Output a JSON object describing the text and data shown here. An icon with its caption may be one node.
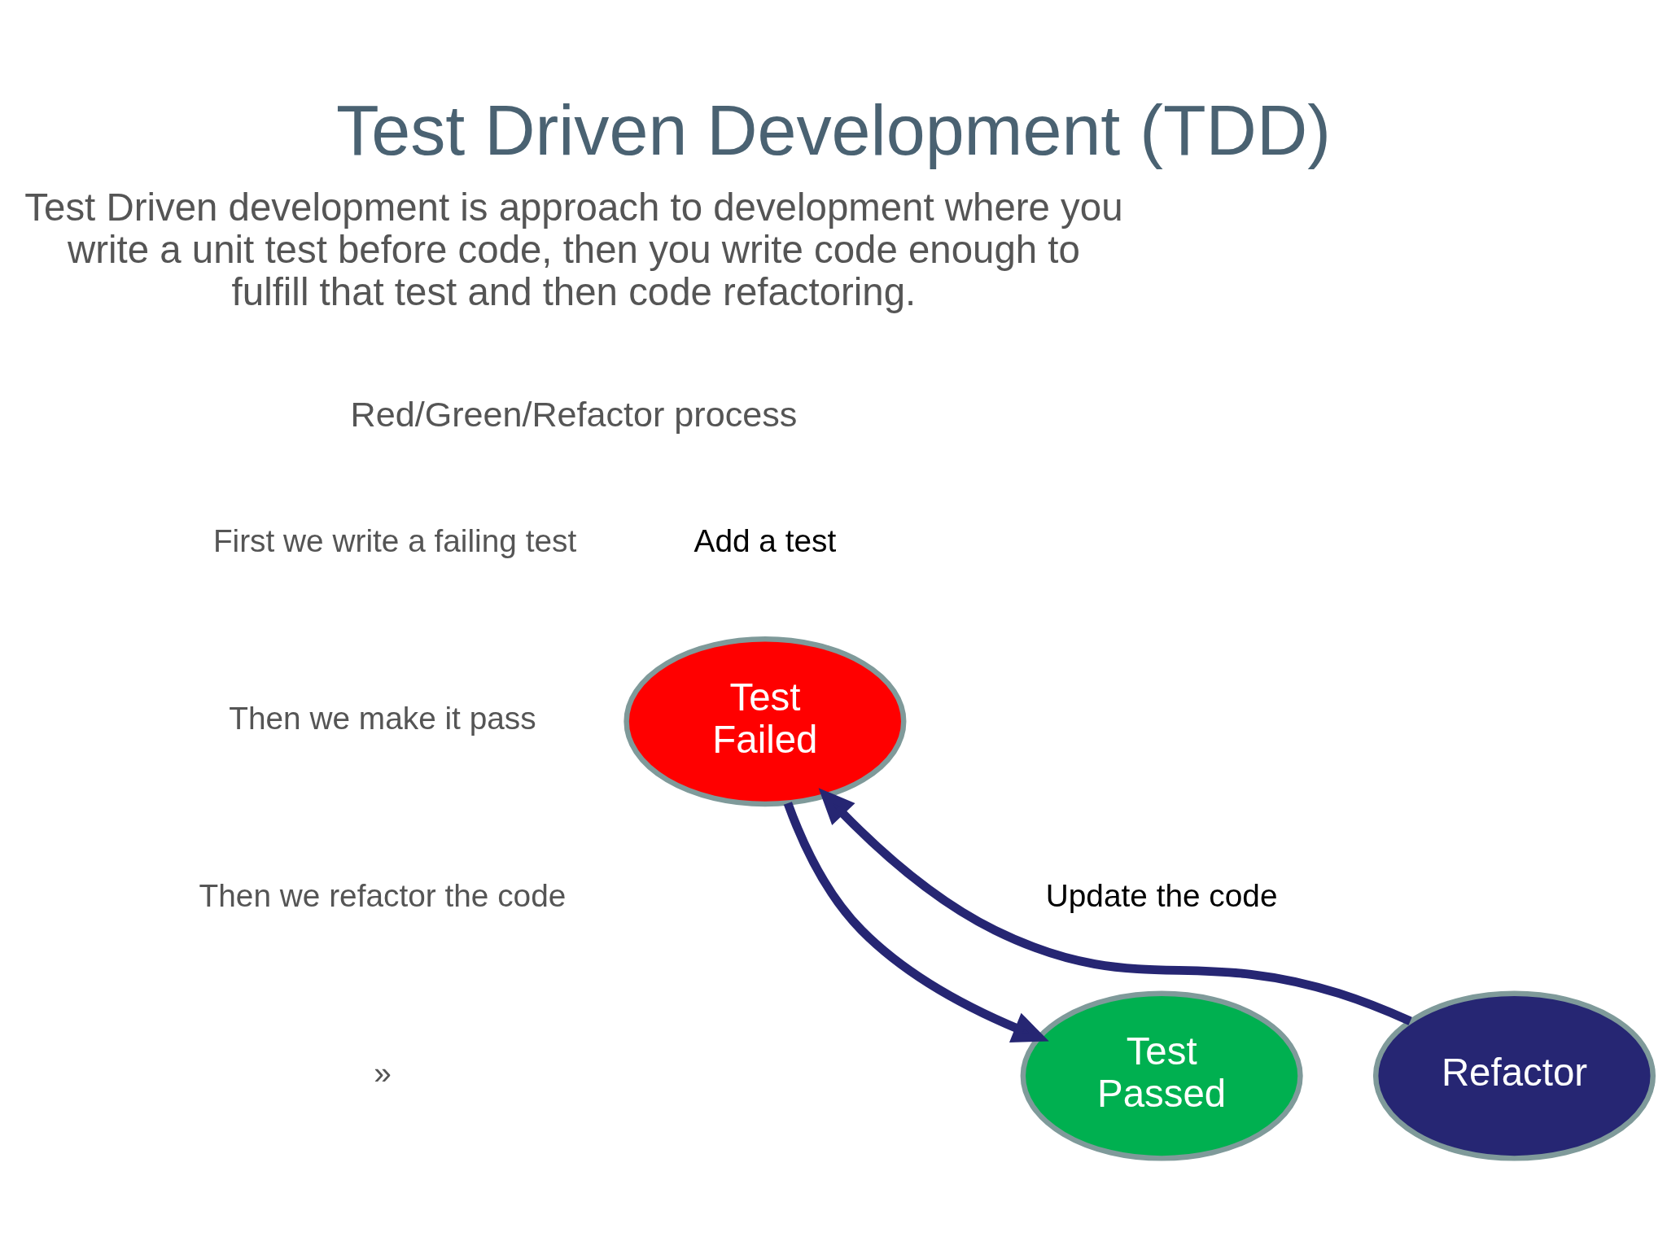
{
  "diagram": {
    "title": "Test Driven Development (TDD)",
    "nodes": [
      {
        "text": [
          "Test Failed"
        ],
        "beside": [
          "Add a test"
        ]
      },
      {
        "text": [
          "Test Passed"
        ],
        "beside": [
          "Update the code"
        ]
      },
      {
        "text": [
          "Refactor"
        ]
      }
    ],
    "edges": [
      {
        "from": 2,
        "to": 0,
        "arrow": "to"
      },
      {
        "from": 0,
        "to": 1,
        "arrow": "to"
      }
    ],
    "labels": [
      "Test Driven development is approach to development where you write a unit test before code, then you write code enough to fulfill that test and then code refactoring.",
      "Red/Green/Refactor process",
      "First we write a failing test",
      "Then we make it pass",
      "Then we refactor the code",
      "»"
    ]
  }
}
